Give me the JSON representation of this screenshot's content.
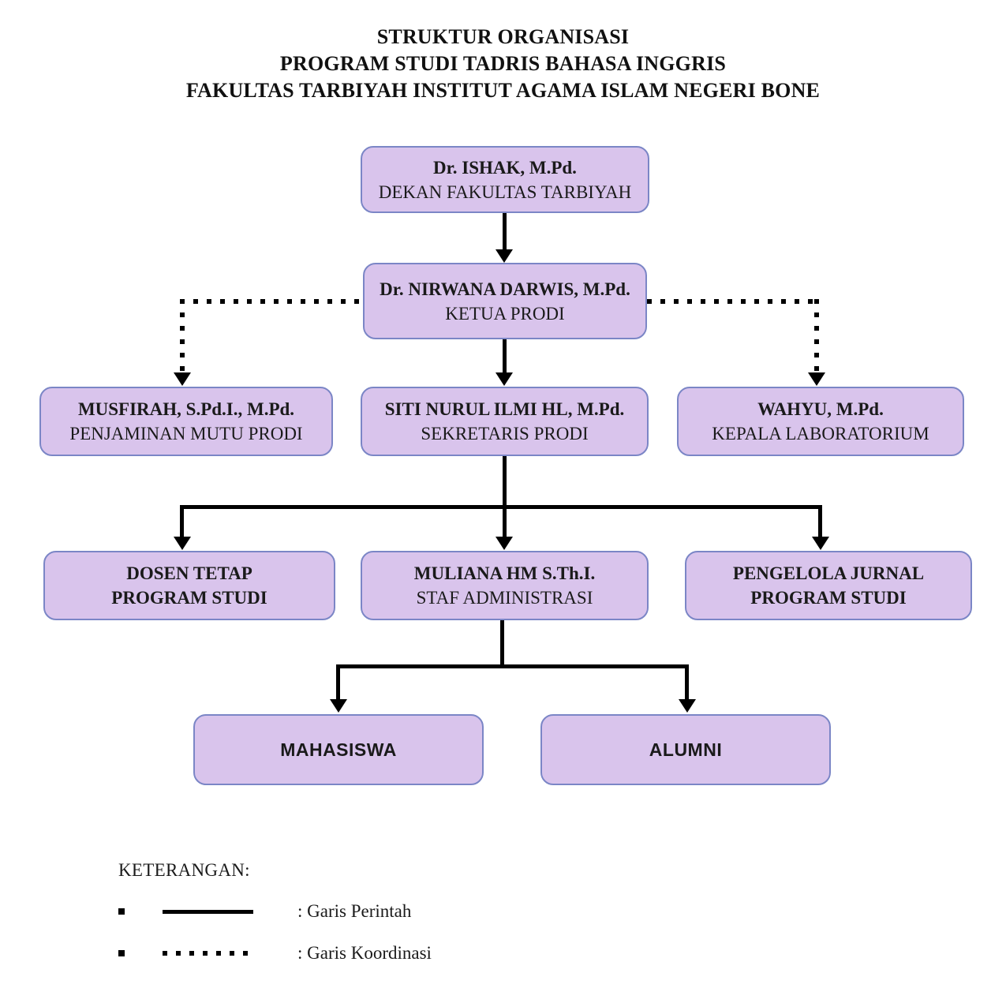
{
  "title": {
    "line1": "STRUKTUR ORGANISASI",
    "line2": "PROGRAM STUDI TADRIS BAHASA INGGRIS",
    "line3": "FAKULTAS TARBIYAH INSTITUT AGAMA ISLAM NEGERI BONE"
  },
  "nodes": {
    "dekan": {
      "name": "Dr. ISHAK, M.Pd.",
      "role": "DEKAN FAKULTAS TARBIYAH"
    },
    "ketua": {
      "name": "Dr. NIRWANA DARWIS, M.Pd.",
      "role": "KETUA PRODI"
    },
    "mutu": {
      "name": "MUSFIRAH, S.Pd.I., M.Pd.",
      "role": "PENJAMINAN MUTU PRODI"
    },
    "sekretaris": {
      "name": "SITI NURUL ILMI HL, M.Pd.",
      "role": "SEKRETARIS PRODI"
    },
    "lab": {
      "name": "WAHYU, M.Pd.",
      "role": "KEPALA LABORATORIUM"
    },
    "dosen": {
      "line1": "DOSEN TETAP",
      "line2": "PROGRAM STUDI"
    },
    "staf": {
      "name": "MULIANA HM S.Th.I.",
      "role": "STAF ADMINISTRASI"
    },
    "jurnal": {
      "line1": "PENGELOLA JURNAL",
      "line2": "PROGRAM STUDI"
    },
    "mahasiswa": {
      "label": "MAHASISWA"
    },
    "alumni": {
      "label": "ALUMNI"
    }
  },
  "legend": {
    "heading": "KETERANGAN:",
    "items": [
      {
        "style": "solid",
        "label": ": Garis Perintah"
      },
      {
        "style": "dotted",
        "label": ": Garis Koordinasi"
      }
    ]
  },
  "colors": {
    "box_fill": "#d9c4ec",
    "box_border": "#7b86c6",
    "connector": "#000000"
  }
}
